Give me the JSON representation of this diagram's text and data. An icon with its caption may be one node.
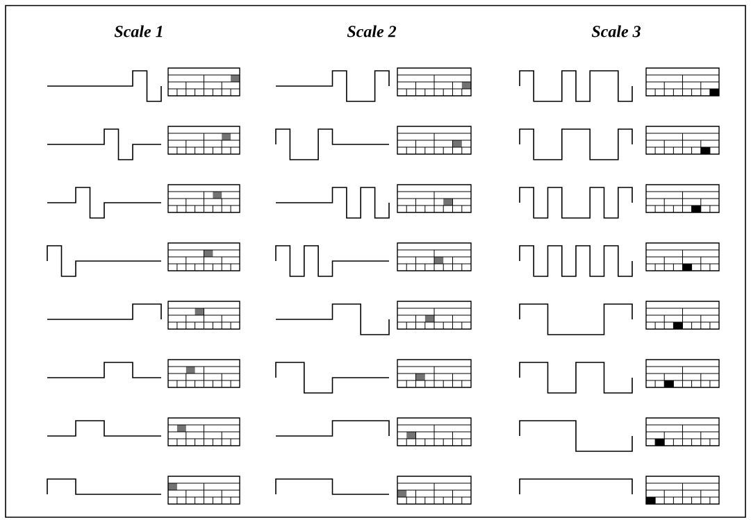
{
  "diagram": {
    "labels": [
      "Scale 1",
      "Scale 2",
      "Scale 3"
    ]
  }
}
